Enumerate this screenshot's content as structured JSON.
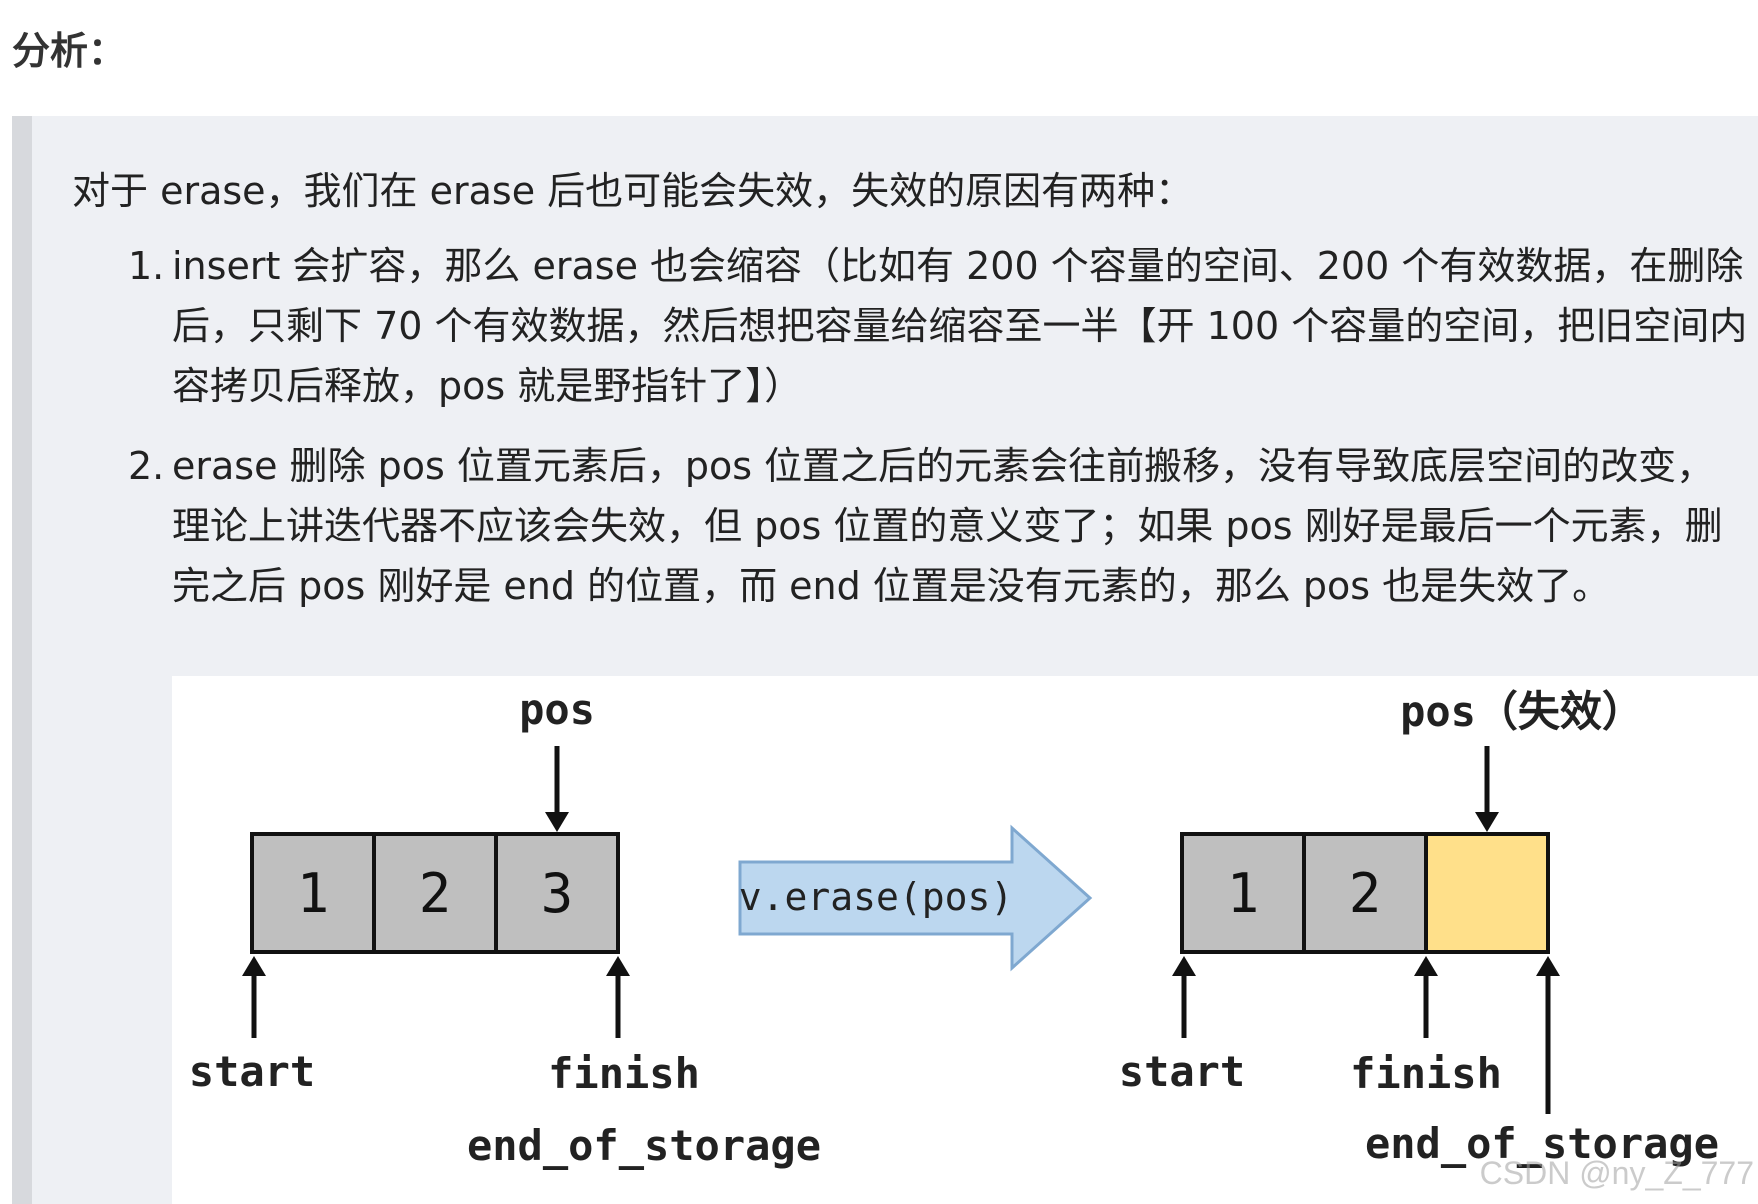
{
  "heading": "分析：",
  "intro": "对于 erase，我们在 erase 后也可能会失效，失效的原因有两种：",
  "list": [
    {
      "num": "1.",
      "text": "insert 会扩容，那么 erase 也会缩容（比如有 200 个容量的空间、200 个有效数据，在删除后，只剩下 70 个有效数据，然后想把容量给缩容至一半【开 100 个容量的空间，把旧空间内容拷贝后释放，pos 就是野指针了】）"
    },
    {
      "num": "2.",
      "text": "erase 删除 pos 位置元素后，pos 位置之后的元素会往前搬移，没有导致底层空间的改变，理论上讲迭代器不应该会失效，但 pos 位置的意义变了；如果 pos 刚好是最后一个元素，删完之后 pos 刚好是 end 的位置，而 end 位置是没有元素的，那么 pos 也是失效了。"
    }
  ],
  "diagram": {
    "before": {
      "cells": [
        "1",
        "2",
        "3"
      ],
      "pos_label": "pos",
      "start_label": "start",
      "finish_label": "finish",
      "eos_label": "end_of_storage"
    },
    "arrow_label": "v.erase(pos)",
    "after": {
      "cells": [
        "1",
        "2",
        ""
      ],
      "pos_label": "pos（失效）",
      "start_label": "start",
      "finish_label": "finish",
      "eos_label": "end_of_storage"
    },
    "colors": {
      "cell": "#bfbfbf",
      "empty_cell": "#ffe08a",
      "arrow_fill": "#bcd7ef",
      "arrow_stroke": "#7fa8d0"
    }
  },
  "watermark": "CSDN @ny_Z_777"
}
